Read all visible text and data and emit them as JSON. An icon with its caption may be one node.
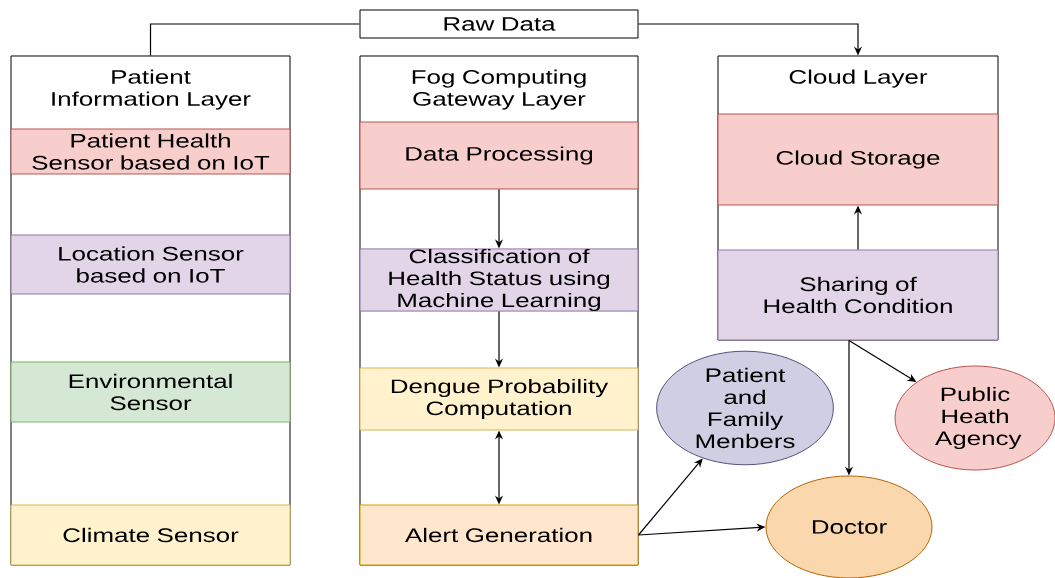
{
  "diagram": {
    "nodes": [
      {
        "text": [
          "Raw Data"
        ]
      },
      {
        "text": [
          "Patient Information Layer"
        ]
      },
      {
        "text": [
          "Patient Health Sensor based on IoT"
        ],
        "in": 1
      },
      {
        "text": [
          "Location Sensor based on IoT"
        ],
        "in": 1
      },
      {
        "text": [
          "Environmental Sensor"
        ],
        "in": 1
      },
      {
        "text": [
          "Climate Sensor"
        ],
        "in": 1
      },
      {
        "text": [
          "Fog Computing Gateway Layer"
        ]
      },
      {
        "text": [
          "Data Processing"
        ],
        "in": 6
      },
      {
        "text": [
          "Classification of Health Status using Machine Learning"
        ],
        "in": 6
      },
      {
        "text": [
          "Dengue Probability Computation"
        ],
        "in": 6
      },
      {
        "text": [
          "Alert Generation"
        ],
        "in": 6
      },
      {
        "text": [
          "Cloud Layer"
        ]
      },
      {
        "text": [
          "Cloud Storage"
        ],
        "in": 11
      },
      {
        "text": [
          "Sharing of Health Condition"
        ],
        "in": 11
      },
      {
        "text": [
          "Patient and Family Menbers"
        ]
      },
      {
        "text": [
          "Public Heath Agency"
        ]
      },
      {
        "text": [
          "Doctor"
        ]
      }
    ],
    "edges": [
      {
        "from": 1,
        "to": 0,
        "arrow": "none"
      },
      {
        "from": 0,
        "to": 11,
        "arrow": "to"
      },
      {
        "from": 7,
        "to": 8,
        "arrow": "to"
      },
      {
        "from": 8,
        "to": 9,
        "arrow": "to"
      },
      {
        "from": 9,
        "to": 10,
        "arrow": "both"
      },
      {
        "from": 13,
        "to": 12,
        "arrow": "to"
      },
      {
        "from": 13,
        "to": 16,
        "arrow": "to"
      },
      {
        "from": 13,
        "to": 15,
        "arrow": "to"
      },
      {
        "from": 10,
        "to": 14,
        "arrow": "to"
      },
      {
        "from": 10,
        "to": 16,
        "arrow": "to"
      }
    ]
  }
}
